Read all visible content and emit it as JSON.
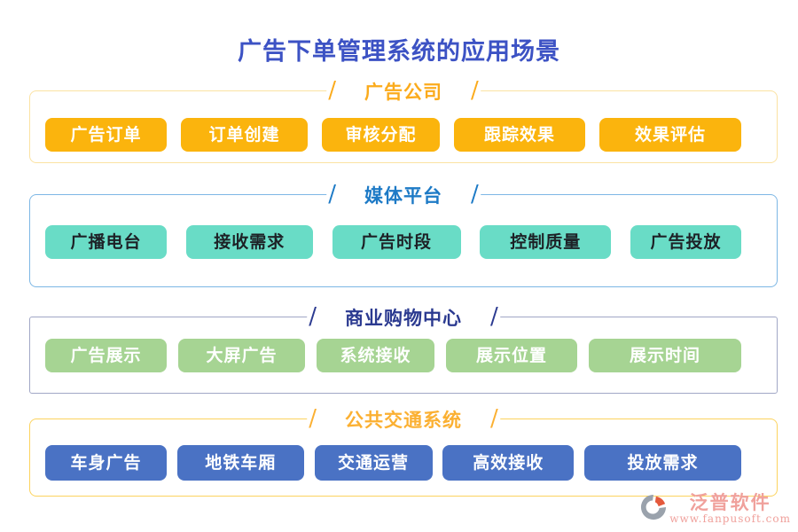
{
  "title": "广告下单管理系统的应用场景",
  "title_color": "#3c52c4",
  "decor": {
    "slash": "/"
  },
  "sections": [
    {
      "title": "广告公司",
      "colors": {
        "border": "#fbe2a2",
        "title": "#fbab1c",
        "button": "#fbb40d",
        "button_text": "#ffffff"
      },
      "buttons": [
        "广告订单",
        "订单创建",
        "审核分配",
        "跟踪效果",
        "效果评估"
      ]
    },
    {
      "title": "媒体平台",
      "colors": {
        "border": "#7db7e5",
        "title": "#1d7ac6",
        "button": "#69dcc6",
        "button_text": "#1d2126"
      },
      "buttons": [
        "广播电台",
        "接收需求",
        "广告时段",
        "控制质量",
        "广告投放"
      ]
    },
    {
      "title": "商业购物中心",
      "colors": {
        "border": "#a1a7c6",
        "title": "#2b3a90",
        "button": "#a6d493",
        "button_text": "#ffffff"
      },
      "buttons": [
        "广告展示",
        "大屏广告",
        "系统接收",
        "展示位置",
        "展示时间"
      ]
    },
    {
      "title": "公共交通系统",
      "colors": {
        "border": "#fcd35e",
        "title": "#fbb032",
        "button": "#4a72c4",
        "button_text": "#ffffff"
      },
      "buttons": [
        "车身广告",
        "地铁车厢",
        "交通运营",
        "高效接收",
        "投放需求"
      ]
    }
  ],
  "watermark": {
    "name": "泛普软件",
    "url": "www.fanpusoft.com",
    "color": "#f0a19c",
    "logo_gray": "#9aa2ac",
    "logo_red": "#e4593c"
  }
}
